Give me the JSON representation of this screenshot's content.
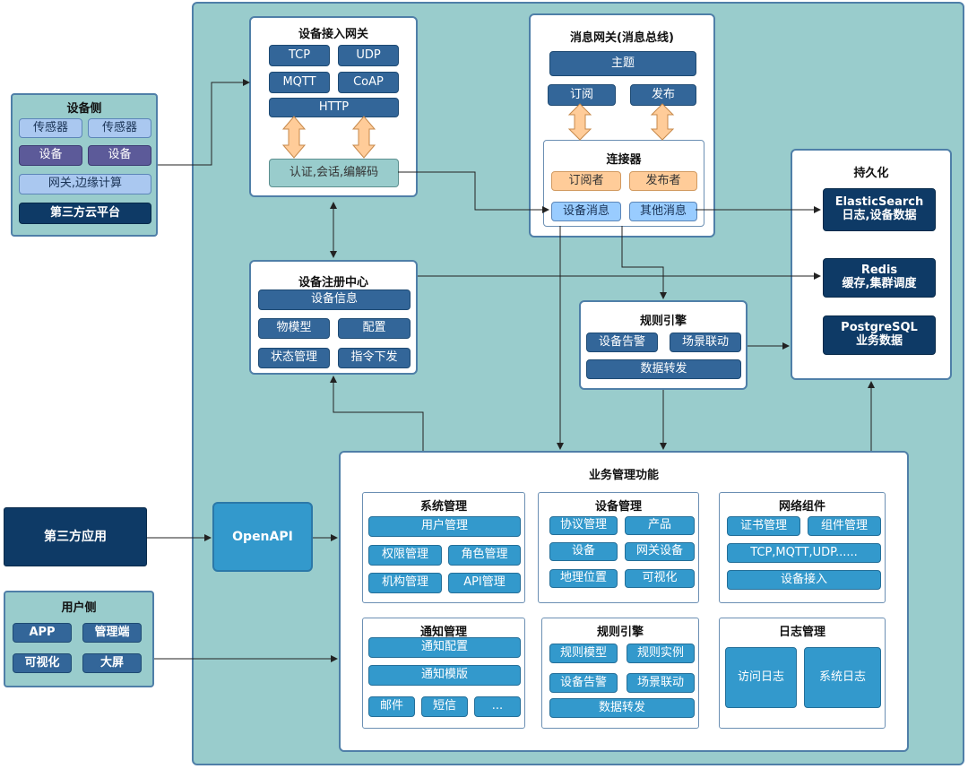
{
  "device_side": {
    "title": "设备侧",
    "items": [
      "传感器",
      "传感器",
      "设备",
      "设备",
      "网关,边缘计算",
      "第三方云平台"
    ]
  },
  "access_gateway": {
    "title": "设备接入网关",
    "protocols": [
      "TCP",
      "UDP",
      "MQTT",
      "CoAP",
      "HTTP"
    ],
    "auth": "认证,会话,编解码"
  },
  "message_gateway": {
    "title": "消息网关(消息总线)",
    "topic": "主题",
    "subscribe": "订阅",
    "publish": "发布",
    "connector": {
      "title": "连接器",
      "subscriber": "订阅者",
      "publisher": "发布者",
      "device_msg": "设备消息",
      "other_msg": "其他消息"
    }
  },
  "persistence": {
    "title": "持久化",
    "items": [
      {
        "name": "ElasticSearch",
        "desc": "日志,设备数据"
      },
      {
        "name": "Redis",
        "desc": "缓存,集群调度"
      },
      {
        "name": "PostgreSQL",
        "desc": "业务数据"
      }
    ]
  },
  "registry": {
    "title": "设备注册中心",
    "items": [
      "设备信息",
      "物模型",
      "配置",
      "状态管理",
      "指令下发"
    ]
  },
  "rule_engine_top": {
    "title": "规则引擎",
    "items": [
      "设备告警",
      "场景联动",
      "数据转发"
    ]
  },
  "third_party_app": "第三方应用",
  "openapi": "OpenAPI",
  "user_side": {
    "title": "用户侧",
    "items": [
      "APP",
      "管理端",
      "可视化",
      "大屏"
    ]
  },
  "business": {
    "title": "业务管理功能",
    "system": {
      "title": "系统管理",
      "items": [
        "用户管理",
        "权限管理",
        "角色管理",
        "机构管理",
        "API管理"
      ]
    },
    "device": {
      "title": "设备管理",
      "items": [
        "协议管理",
        "产品",
        "设备",
        "网关设备",
        "地理位置",
        "可视化"
      ]
    },
    "network": {
      "title": "网络组件",
      "items": [
        "证书管理",
        "组件管理",
        "TCP,MQTT,UDP......",
        "设备接入"
      ]
    },
    "notify": {
      "title": "通知管理",
      "items": [
        "通知配置",
        "通知模版",
        "邮件",
        "短信",
        "..."
      ]
    },
    "rule": {
      "title": "规则引擎",
      "items": [
        "规则模型",
        "规则实例",
        "设备告警",
        "场景联动",
        "数据转发"
      ]
    },
    "log": {
      "title": "日志管理",
      "items": [
        "访问日志",
        "系统日志"
      ]
    }
  },
  "colors": {
    "background": "#99cccc",
    "border": "#4f7fa8",
    "dark_box": "#336699",
    "medium_box": "#3399cc",
    "navy_box": "#0e3a66",
    "arrow_fill": "#ffcc99"
  }
}
